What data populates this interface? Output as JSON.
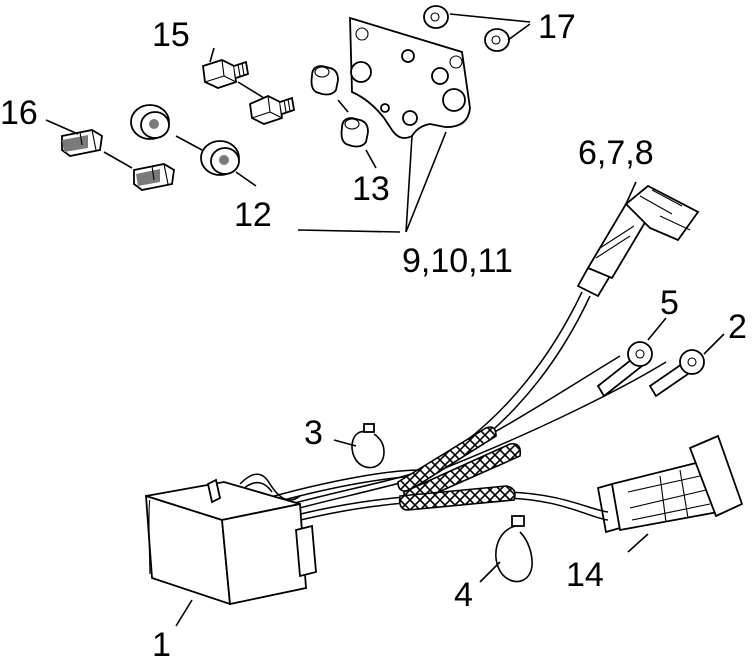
{
  "diagram": {
    "callouts": [
      {
        "id": "c1",
        "text": "1"
      },
      {
        "id": "c2",
        "text": "2"
      },
      {
        "id": "c3",
        "text": "3"
      },
      {
        "id": "c4",
        "text": "4"
      },
      {
        "id": "c5",
        "text": "5"
      },
      {
        "id": "c6",
        "text": "6,7,8"
      },
      {
        "id": "c9",
        "text": "9,10,11"
      },
      {
        "id": "c12",
        "text": "12"
      },
      {
        "id": "c13",
        "text": "13"
      },
      {
        "id": "c14",
        "text": "14"
      },
      {
        "id": "c15",
        "text": "15"
      },
      {
        "id": "c16",
        "text": "16"
      },
      {
        "id": "c17",
        "text": "17"
      }
    ]
  }
}
